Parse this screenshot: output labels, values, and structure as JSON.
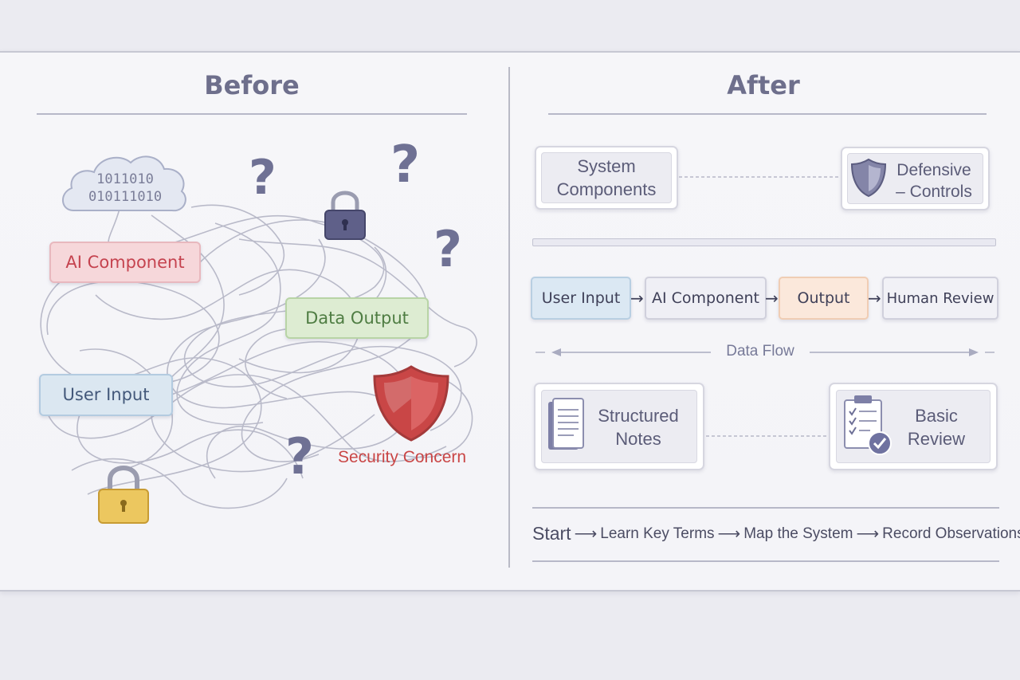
{
  "before": {
    "heading": "Before",
    "binary_line1": "1011010",
    "binary_line2": "010111010",
    "ai_component": "AI Component",
    "data_output": "Data Output",
    "user_input": "User Input",
    "security_concern": "Security Concern",
    "question_mark": "?"
  },
  "after": {
    "heading": "After",
    "system_components_line1": "System",
    "system_components_line2": "Components",
    "defensive_line1": "Defensive",
    "defensive_line2": "– Controls",
    "flow": [
      "User Input",
      "AI Component",
      "Output",
      "Human Review"
    ],
    "data_flow": "Data Flow",
    "structured_line1": "Structured",
    "structured_line2": "Notes",
    "basic_line1": "Basic",
    "basic_line2": "Review",
    "steps": [
      "Start",
      "Learn Key Terms",
      "Map the System",
      "Record Observations"
    ]
  },
  "colors": {
    "ai_component": "#f6d7da",
    "data_output": "#ddecd2",
    "user_input": "#dbe7f1",
    "security_red": "#c94646",
    "lock_gold": "#e8c25a",
    "lock_navy": "#5e5f86",
    "flow_output": "#fbe8db"
  }
}
